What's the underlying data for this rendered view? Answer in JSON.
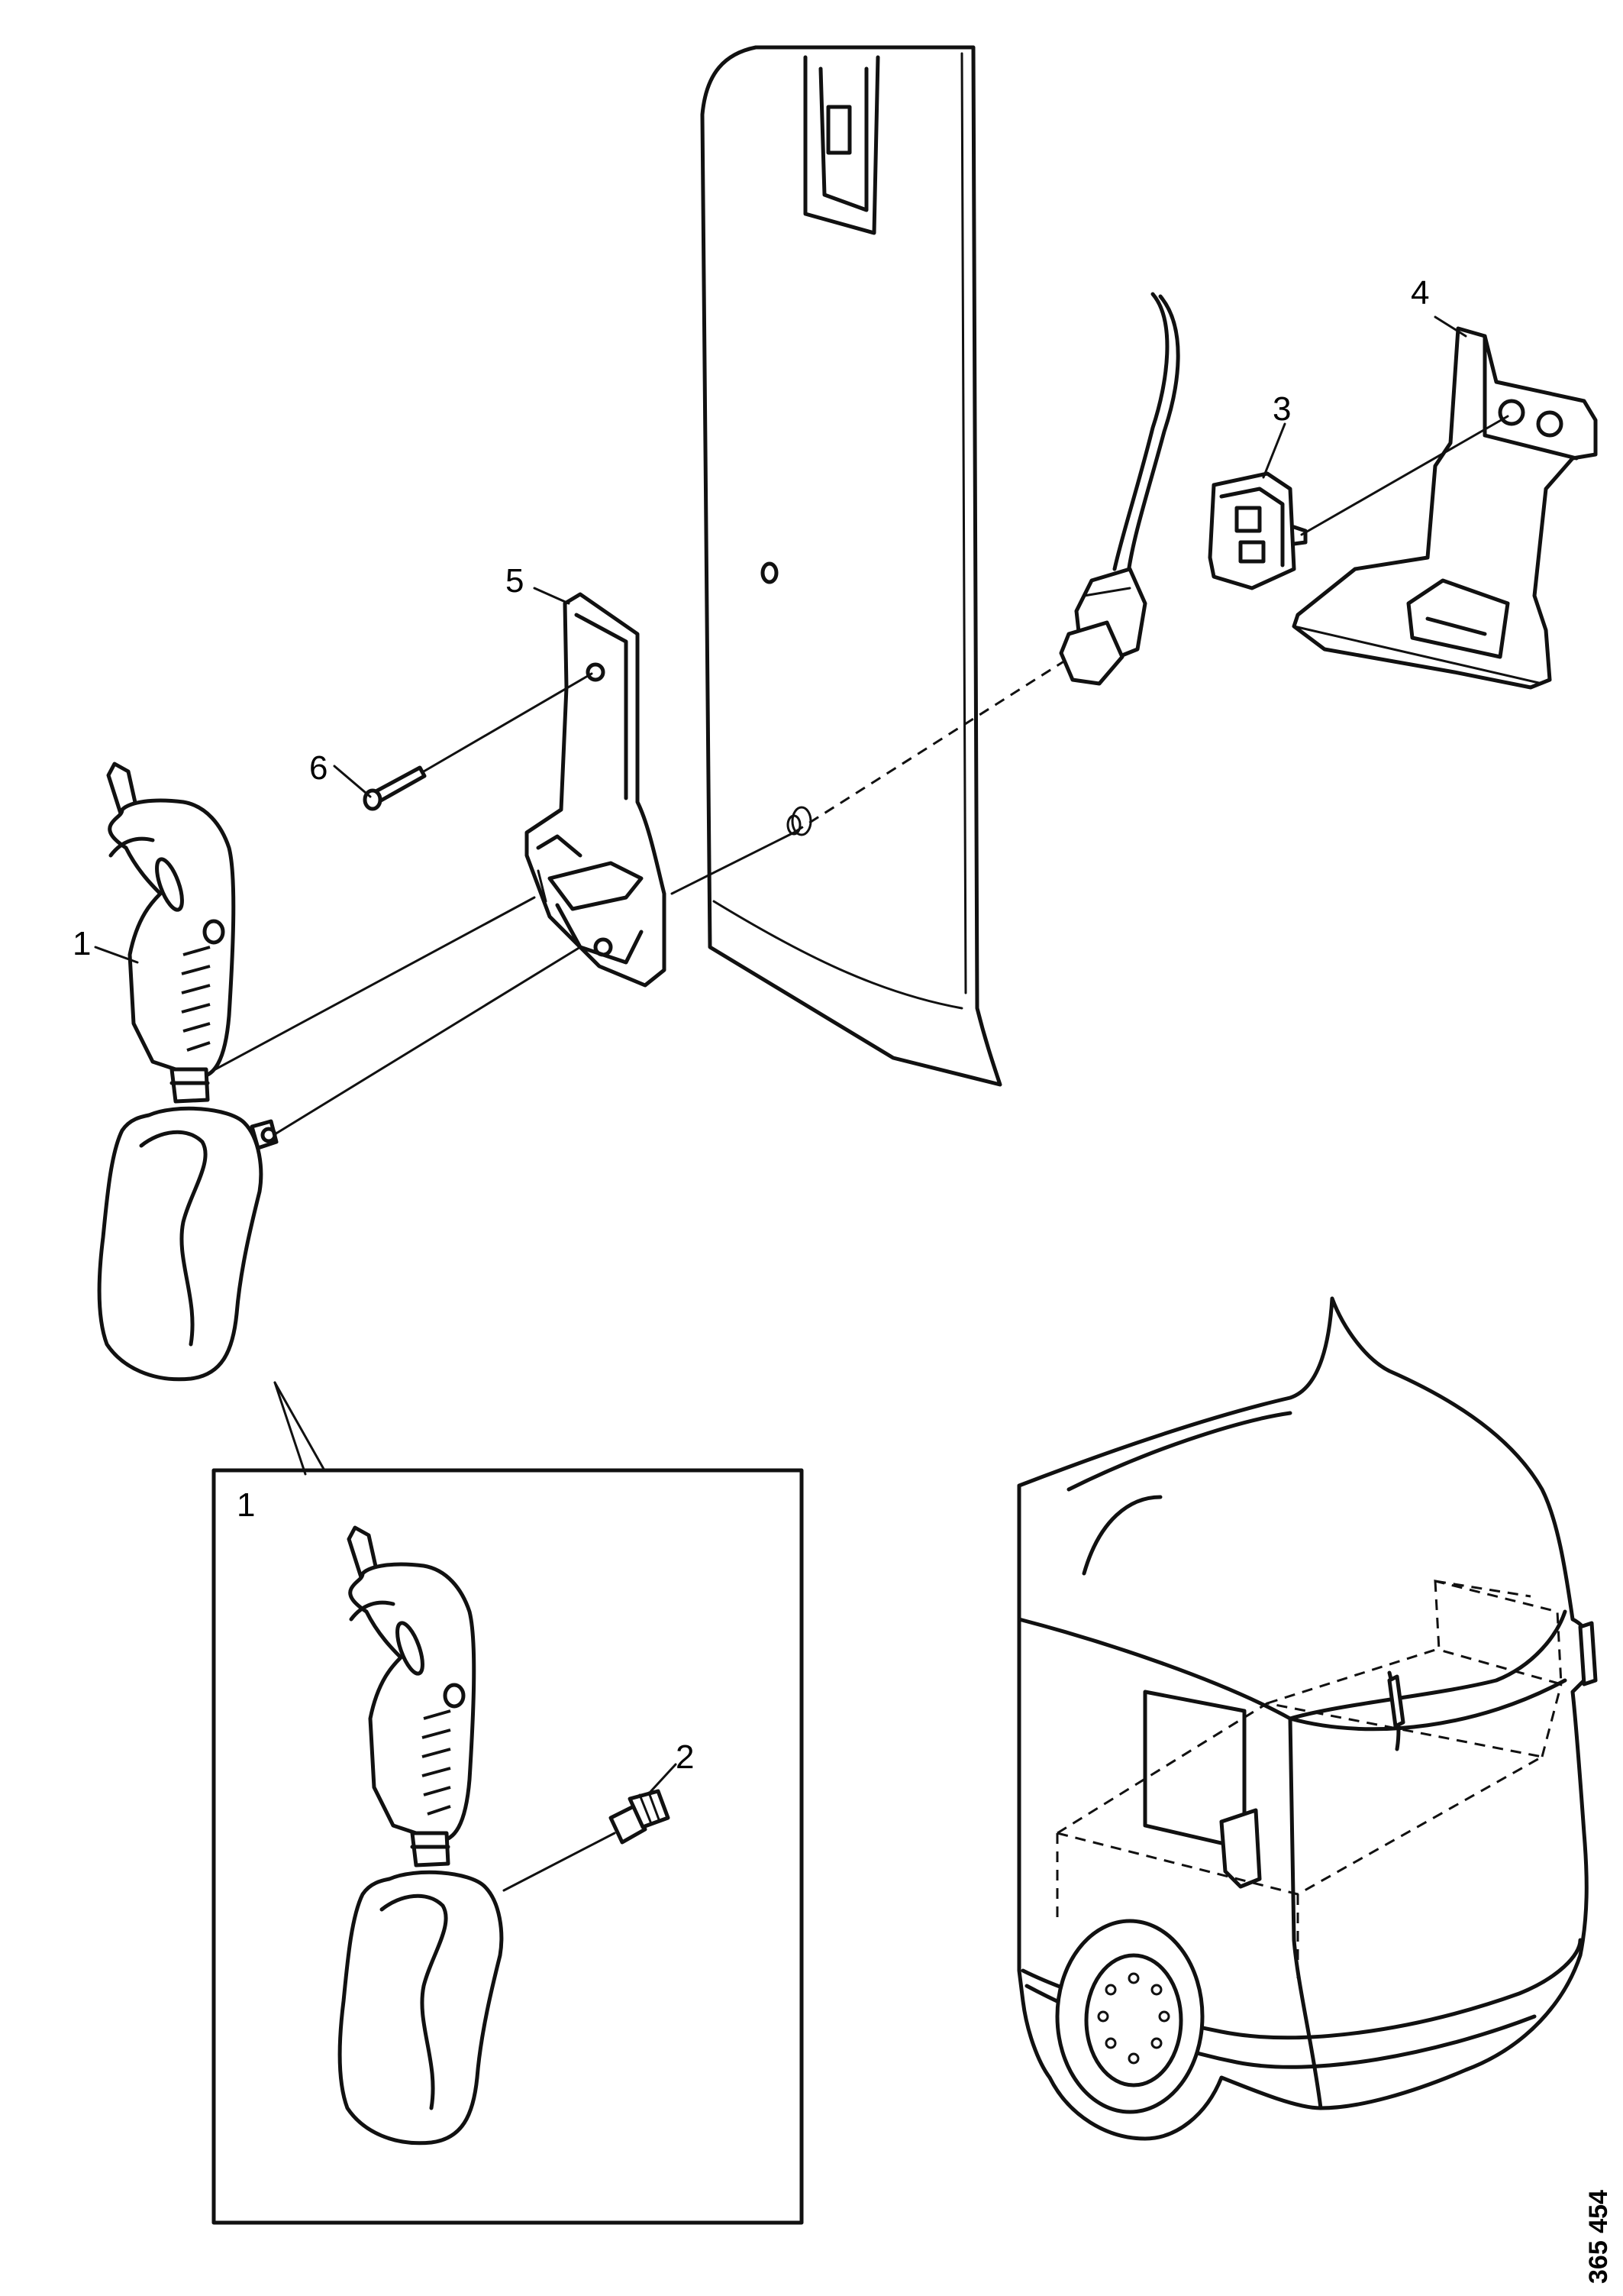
{
  "callouts": {
    "c1": "1",
    "c2": "2",
    "c3": "3",
    "c4": "4",
    "c5": "5",
    "c6": "6",
    "detail_label": "1"
  },
  "reference_number": "365 454"
}
